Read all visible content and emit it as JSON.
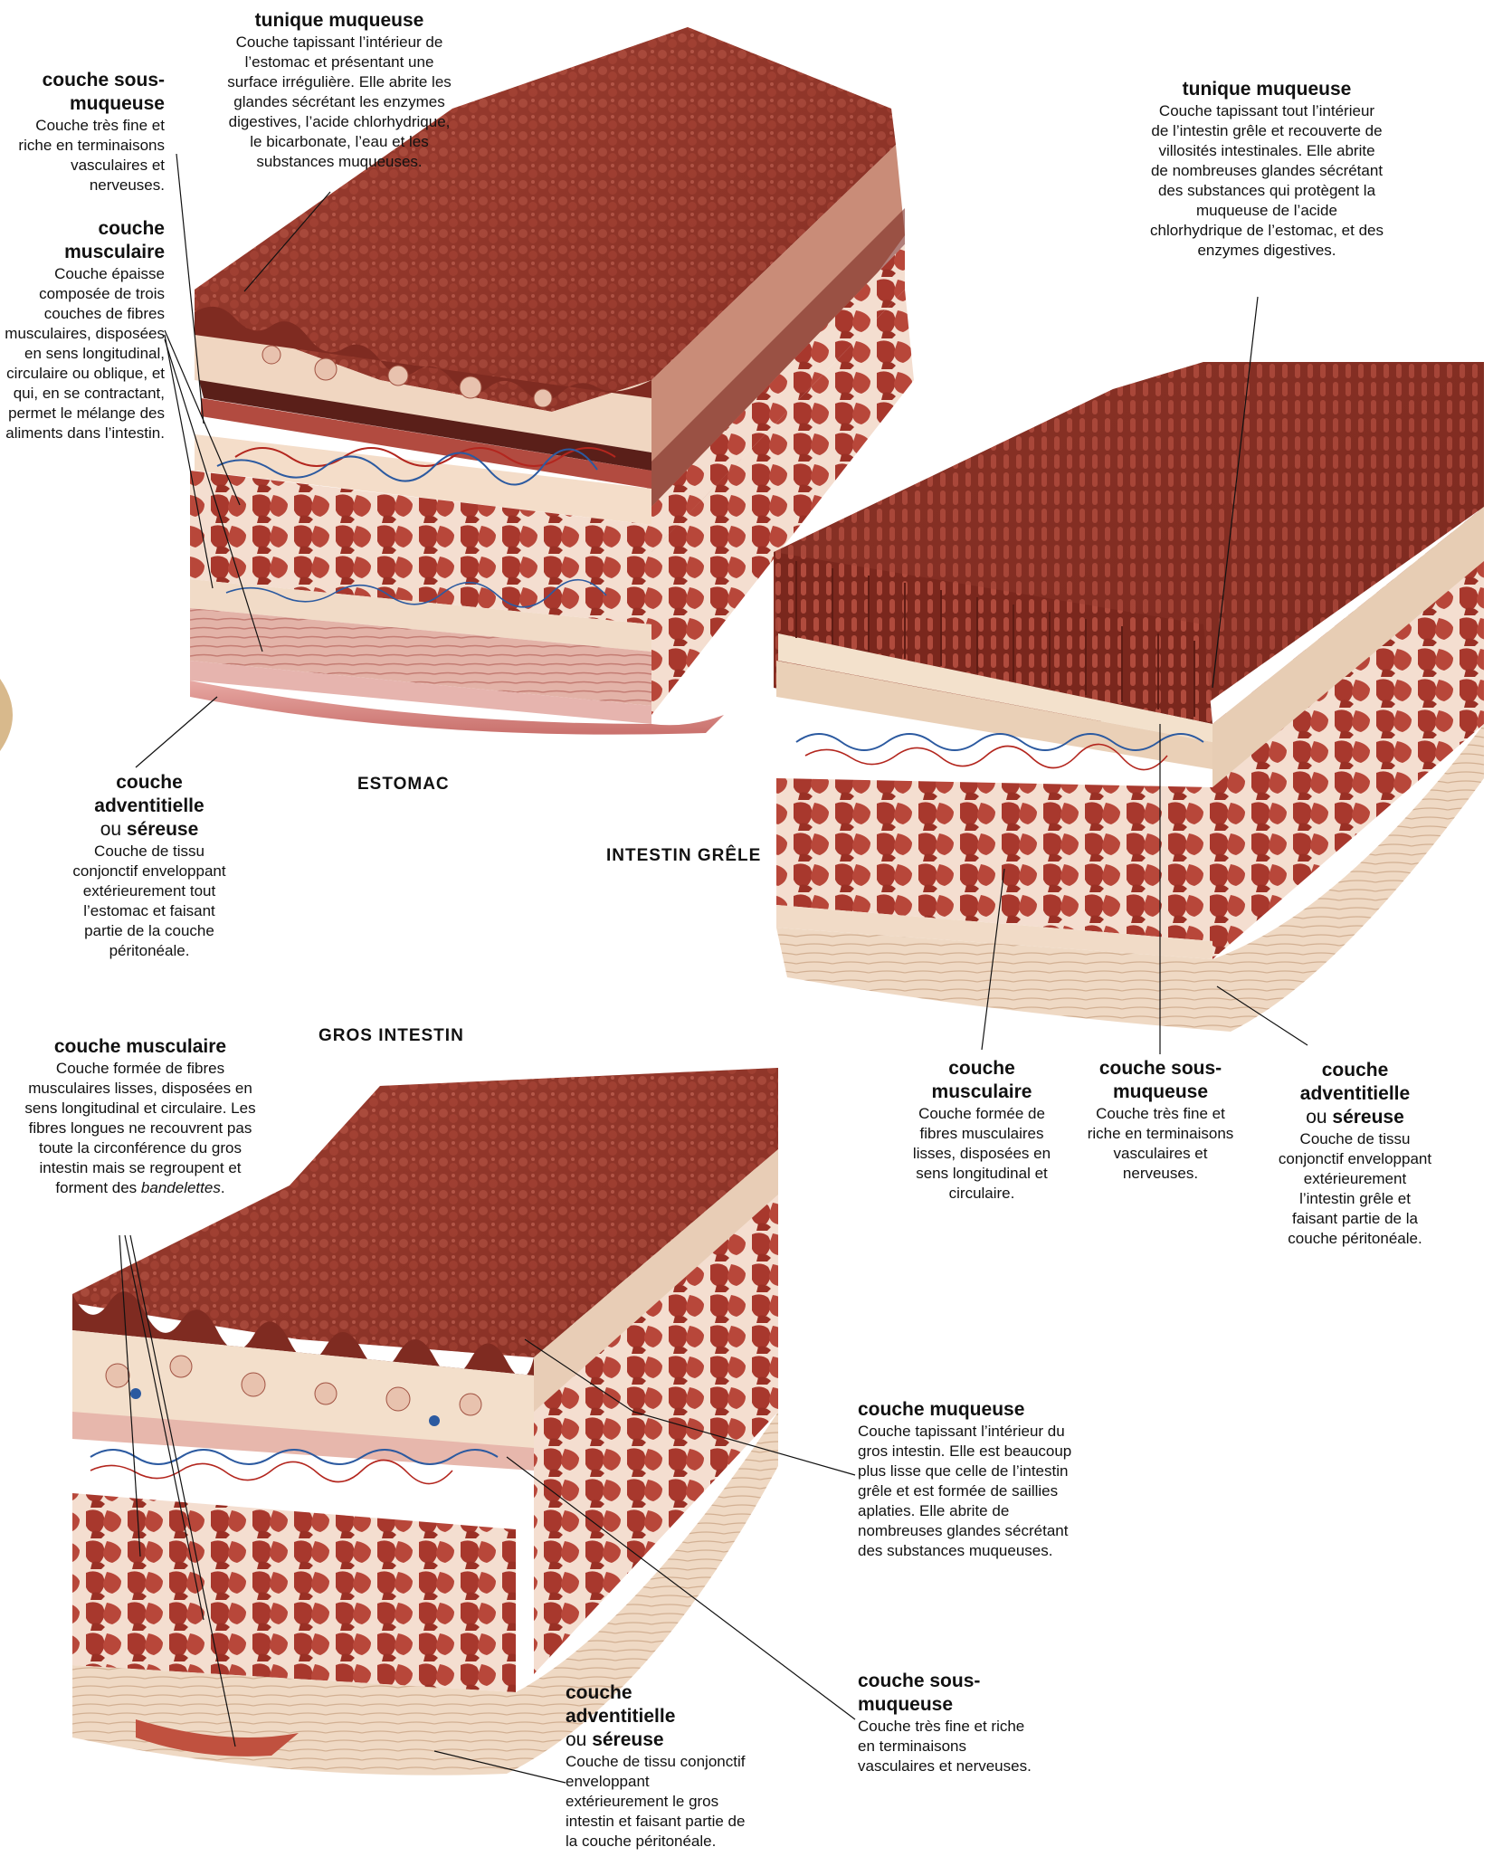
{
  "colors": {
    "mucosa": "#9a3b2f",
    "mucosa_dark": "#6e2219",
    "muscle": "#b03a2e",
    "muscle_dark": "#7a1e16",
    "submucosa": "#efd7c4",
    "serosa": "#ecd3bf",
    "vessel_red": "#b3261e",
    "vessel_blue": "#2c5aa0",
    "skin_tab": "#d8b98c"
  },
  "organs": {
    "stomach": "ESTOMAC",
    "small_intestine": "INTESTIN GRÊLE",
    "large_intestine": "GROS INTESTIN"
  },
  "labels": {
    "stomach_mucosa": {
      "title": "tunique muqueuse",
      "desc": "Couche tapissant l’intérieur de l’estomac et présentant une surface irrégulière. Elle abrite les glandes sécrétant les enzymes digestives, l’acide chlorhydrique, le bicarbonate, l’eau et les substances muqueuses."
    },
    "stomach_submucosa": {
      "title": "couche sous-muqueuse",
      "desc": "Couche très fine et riche en terminaisons vasculaires et nerveuses."
    },
    "stomach_muscularis": {
      "title": "couche musculaire",
      "desc": "Couche épaisse composée de trois couches de fibres musculaires, disposées en sens longitudinal, circulaire ou oblique, et qui, en se contractant, permet le mélange des aliments dans l’intestin."
    },
    "stomach_serosa": {
      "title_a": "couche adventitielle",
      "title_b_prefix": "ou ",
      "title_b": "séreuse",
      "desc": "Couche de tissu conjonctif enveloppant extérieurement tout l’estomac et faisant partie de la couche péritonéale."
    },
    "small_mucosa": {
      "title": "tunique muqueuse",
      "desc": "Couche tapissant tout l’intérieur de l’intestin grêle et recouverte de villosités intestinales. Elle abrite de nombreuses glandes sécrétant des substances qui protègent la muqueuse de l’acide chlorhydrique de l’estomac, et des enzymes digestives."
    },
    "small_muscularis": {
      "title": "couche musculaire",
      "desc": "Couche formée de fibres musculaires lisses, disposées en sens longitudinal et circulaire."
    },
    "small_submucosa": {
      "title": "couche sous-muqueuse",
      "desc": "Couche très fine et riche en terminaisons vasculaires et nerveuses."
    },
    "small_serosa": {
      "title_a": "couche adventitielle",
      "title_b_prefix": "ou ",
      "title_b": "séreuse",
      "desc": "Couche de tissu conjonctif enveloppant extérieurement l’intestin grêle et faisant partie de la couche péritonéale."
    },
    "large_muscularis": {
      "title": "couche musculaire",
      "desc_a": "Couche formée de fibres musculaires lisses, disposées en sens longitudinal et circulaire. Les fibres longues ne recouvrent pas toute la circonférence du gros intestin mais se regroupent et forment des ",
      "desc_em": "bandelettes",
      "desc_b": "."
    },
    "large_mucosa": {
      "title": "couche muqueuse",
      "desc": "Couche tapissant l’intérieur du gros intestin. Elle est beaucoup plus lisse que celle de l’intestin grêle et est formée de saillies aplaties. Elle abrite de nombreuses glandes sécrétant des substances muqueuses."
    },
    "large_submucosa": {
      "title": "couche sous-muqueuse",
      "desc": "Couche très fine et riche en terminaisons vasculaires et nerveuses."
    },
    "large_serosa": {
      "title_a": "couche adventitielle",
      "title_b_prefix": "ou ",
      "title_b": "séreuse",
      "desc": "Couche de tissu conjonctif enveloppant extérieurement le gros intestin et faisant partie de la couche péritonéale."
    }
  }
}
